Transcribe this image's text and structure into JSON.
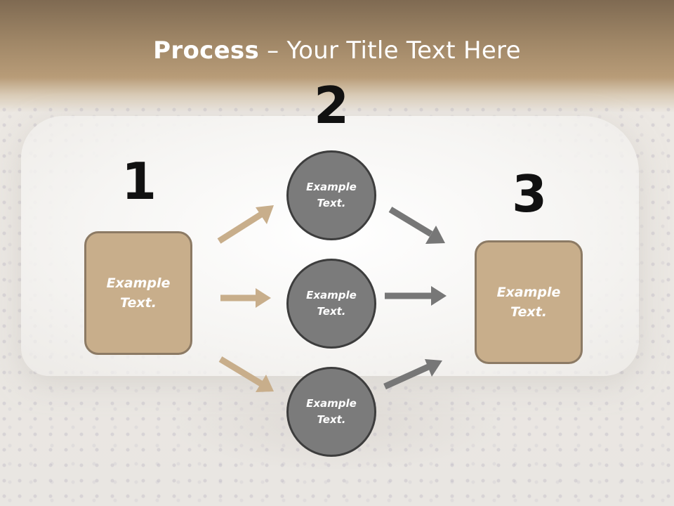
{
  "slide": {
    "title_bold": "Process",
    "title_rest": " – Your Title Text Here",
    "step_numbers": [
      "1",
      "2",
      "3"
    ],
    "left_box_text": "Example Text.",
    "right_box_text": "Example Text.",
    "circles": [
      {
        "text": "Example Text."
      },
      {
        "text": "Example Text."
      },
      {
        "text": "Example Text."
      }
    ]
  },
  "colors": {
    "box_fill": "#c8ae8b",
    "box_border": "#8c7a64",
    "circle_fill": "#7b7b7b",
    "circle_border": "#3d3d3d",
    "tan_arrow": "#c8ae8b",
    "gray_arrow": "#777777"
  }
}
